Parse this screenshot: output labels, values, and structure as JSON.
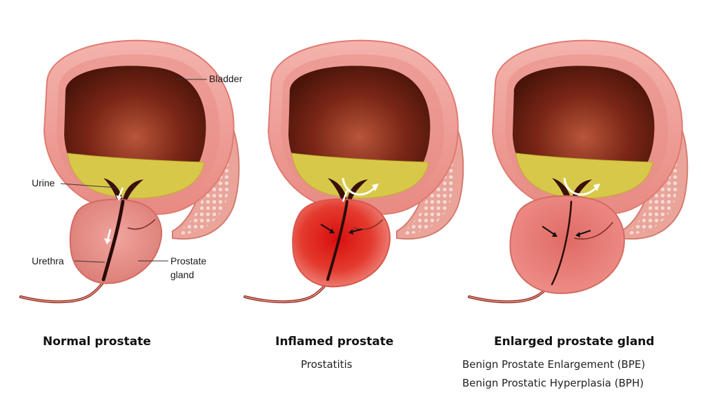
{
  "labels": {
    "bladder": "Bladder",
    "urine": "Urine",
    "urethra": "Urethra",
    "prostate_gland_line1": "Prostate",
    "prostate_gland_line2": "gland"
  },
  "panels": [
    {
      "title": "Normal prostate",
      "subtitle_1": "",
      "subtitle_2": ""
    },
    {
      "title": "Inflamed prostate",
      "subtitle_1": "Prostatitis",
      "subtitle_2": ""
    },
    {
      "title": "Enlarged prostate gland",
      "subtitle_1": "Benign Prostate Enlargement (BPE)",
      "subtitle_2": "Benign Prostatic Hyperplasia (BPH)"
    }
  ],
  "colors": {
    "bladder_wall": "#f2a6a0",
    "bladder_wall_edge": "#e27b71",
    "bladder_inner": "#5a1a10",
    "bladder_inner_light": "#a0452d",
    "urine": "#d6c54a",
    "prostate_normal": "#e8938c",
    "prostate_inflamed": "#e02020",
    "prostate_enlarged": "#e36f69",
    "seminal_vesicle": "#eba49a",
    "urethra": "#2a0c08"
  }
}
